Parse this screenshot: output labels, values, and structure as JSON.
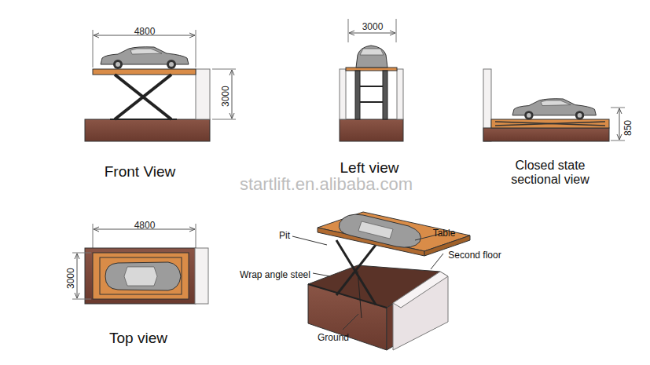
{
  "diagram": {
    "labels": [
      "4800",
      "3000",
      "Front View",
      "3000",
      "Left view",
      "850",
      "Closed state sectional view",
      "startlift.en.alibaba.com",
      "4800",
      "3000",
      "Top view",
      "Pit",
      "Table",
      "Second floor",
      "Wrap angle steel",
      "Ground"
    ]
  }
}
